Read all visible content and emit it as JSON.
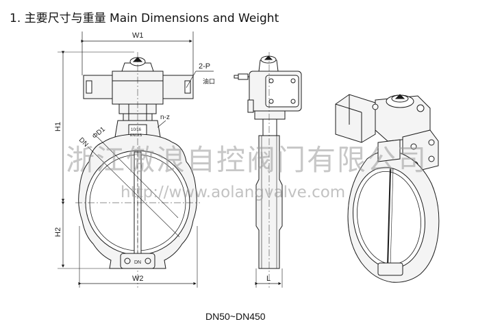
{
  "title": "1. 主要尺寸与重量 Main Dimensions and Weight",
  "caption": "DN50~DN450",
  "watermark": {
    "company": "浙江傲浪自控阀门有限公司",
    "url": "http://www.aolangvalve.com"
  },
  "front_view": {
    "w1": "W1",
    "w2": "W2",
    "h1": "H1",
    "h2": "H2",
    "dn": "DN",
    "d1": "ΦD1",
    "n_z": "n-z",
    "ports": "2-P",
    "port_cn": "油口",
    "plate_line1": "10/16",
    "plate_line2": "EN/JIS",
    "bottom_mark": "DN"
  },
  "side_view": {
    "l": "L"
  },
  "colors": {
    "line": "#1a1a1a",
    "body_fill": "#f4f4f4",
    "watermark": "#9a9a9a"
  }
}
